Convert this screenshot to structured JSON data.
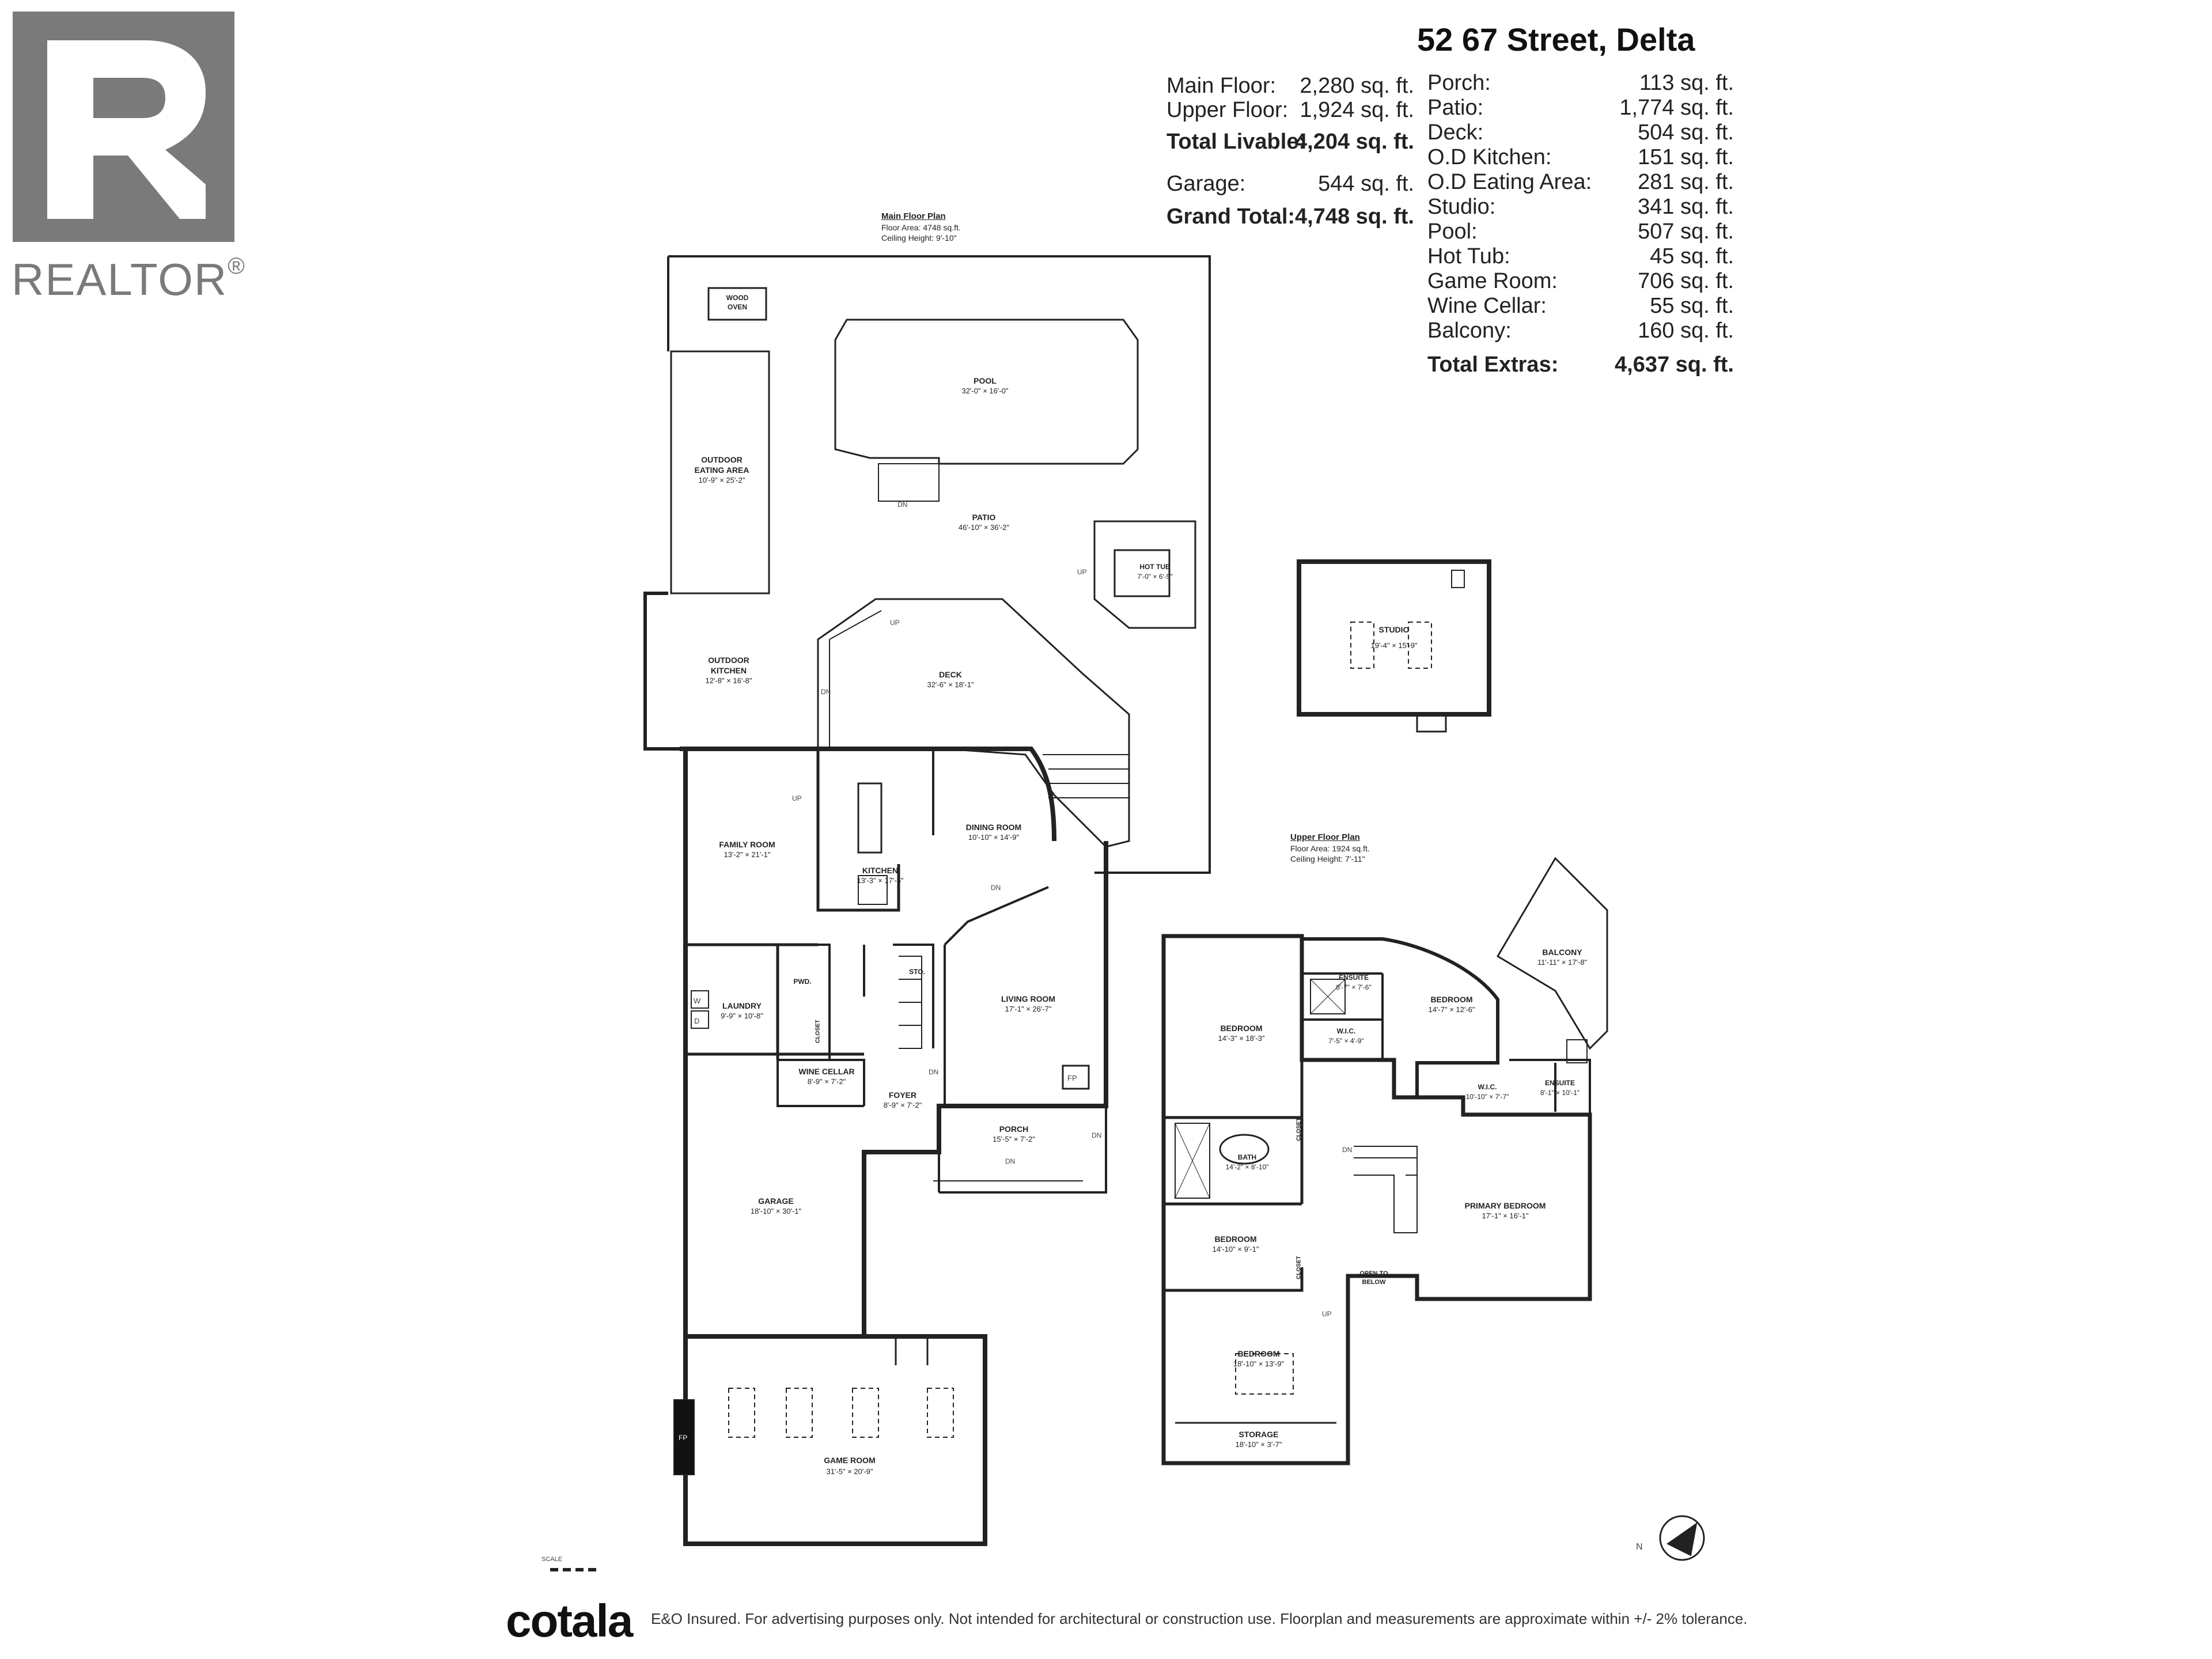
{
  "logo": {
    "word": "REALTOR",
    "mark": "®"
  },
  "header": {
    "address": "52 67 Street, Delta",
    "livable": [
      {
        "label": "Main Floor:",
        "value": "2,280 sq. ft.",
        "bold": false
      },
      {
        "label": "Upper Floor:",
        "value": "1,924 sq. ft.",
        "bold": false
      },
      {
        "label": "Total Livable:",
        "value": "4,204 sq. ft.",
        "bold": true
      },
      {
        "label": "Garage:",
        "value": "544 sq. ft.",
        "bold": false
      },
      {
        "label": "Grand Total:",
        "value": "4,748 sq. ft.",
        "bold": true
      }
    ],
    "extras": [
      {
        "label": "Porch:",
        "value": "113 sq. ft."
      },
      {
        "label": "Patio:",
        "value": "1,774 sq. ft."
      },
      {
        "label": "Deck:",
        "value": "504 sq. ft."
      },
      {
        "label": "O.D Kitchen:",
        "value": "151 sq. ft."
      },
      {
        "label": "O.D Eating Area:",
        "value": "281 sq. ft."
      },
      {
        "label": "Studio:",
        "value": "341 sq. ft."
      },
      {
        "label": "Pool:",
        "value": "507 sq. ft."
      },
      {
        "label": "Hot Tub:",
        "value": "45 sq. ft."
      },
      {
        "label": "Game Room:",
        "value": "706 sq. ft."
      },
      {
        "label": "Wine Cellar:",
        "value": "55 sq. ft."
      },
      {
        "label": "Balcony:",
        "value": "160 sq. ft."
      }
    ],
    "total_extras": {
      "label": "Total Extras:",
      "value": "4,637 sq. ft."
    }
  },
  "main_plan": {
    "title": "Main Floor Plan",
    "area": "Floor Area: 4748 sq.ft.",
    "ceiling": "Ceiling Height: 9'-10\""
  },
  "upper_plan": {
    "title": "Upper Floor Plan",
    "area": "Floor Area: 1924 sq.ft.",
    "ceiling": "Ceiling Height: 7'-11\""
  },
  "rooms": {
    "wood_oven_1": "WOOD",
    "wood_oven_2": "OVEN",
    "pool": "POOL",
    "pool_dim": "32'-0\" × 16'-0\"",
    "outdoor_eating_1": "OUTDOOR",
    "outdoor_eating_2": "EATING AREA",
    "outdoor_eating_dim": "10'-9\" × 25'-2\"",
    "patio": "PATIO",
    "patio_dim": "46'-10\" × 36'-2\"",
    "hot_tub": "HOT TUB",
    "hot_tub_dim": "7'-0\" × 6'-5\"",
    "outdoor_kitchen_1": "OUTDOOR",
    "outdoor_kitchen_2": "KITCHEN",
    "outdoor_kitchen_dim": "12'-8\" × 16'-8\"",
    "deck": "DECK",
    "deck_dim": "32'-6\" × 18'-1\"",
    "studio": "STUDIO",
    "studio_dim": "19'-4\" × 15'-9\"",
    "family_room": "FAMILY ROOM",
    "family_room_dim": "13'-2\" × 21'-1\"",
    "kitchen": "KITCHEN",
    "kitchen_dim": "13'-3\" × 17'-6\"",
    "dining_room": "DINING ROOM",
    "dining_room_dim": "10'-10\" × 14'-9\"",
    "laundry": "LAUNDRY",
    "laundry_dim": "9'-9\" × 10'-8\"",
    "pwd": "PWD.",
    "sto": "STO.",
    "living_room": "LIVING ROOM",
    "living_room_dim": "17'-1\" × 26'-7\"",
    "wine_cellar": "WINE CELLAR",
    "wine_cellar_dim": "8'-9\" × 7'-2\"",
    "foyer": "FOYER",
    "foyer_dim": "8'-9\" × 7'-2\"",
    "porch": "PORCH",
    "porch_dim": "15'-5\" × 7'-2\"",
    "garage": "GARAGE",
    "garage_dim": "18'-10\" × 30'-1\"",
    "game_room": "GAME ROOM",
    "game_room_dim": "31'-5\" × 20'-9\"",
    "bedroom_a": "BEDROOM",
    "bedroom_a_dim": "14'-3\" × 18'-3\"",
    "ensuite_a": "ENSUITE",
    "ensuite_a_dim": "8'-7\" × 7'-6\"",
    "bedroom_b": "BEDROOM",
    "bedroom_b_dim": "14'-7\" × 12'-6\"",
    "balcony": "BALCONY",
    "balcony_dim": "11'-11\" × 17'-8\"",
    "wic_a": "W.I.C.",
    "wic_a_dim": "7'-5\" × 4'-9\"",
    "wic_b": "W.I.C.",
    "wic_b_dim": "10'-10\" × 7'-7\"",
    "ensuite_b": "ENSUITE",
    "ensuite_b_dim": "8'-1\" × 10'-1\"",
    "bath": "BATH",
    "bath_dim": "14'-2\" × 8'-10\"",
    "primary_bedroom": "PRIMARY BEDROOM",
    "primary_bedroom_dim": "17'-1\" × 16'-1\"",
    "bedroom_c": "BEDROOM",
    "bedroom_c_dim": "14'-10\" × 9'-1\"",
    "open_below_1": "OPEN TO",
    "open_below_2": "BELOW",
    "bedroom_d": "BEDROOM",
    "bedroom_d_dim": "18'-10\" × 13'-9\"",
    "storage": "STORAGE",
    "storage_dim": "18'-10\" × 3'-7\"",
    "closet": "CLOSET",
    "fp": "FP",
    "dn": "DN",
    "up": "UP",
    "w": "W",
    "d": "D"
  },
  "scale_label": "SCALE",
  "north": "N",
  "footer": {
    "brand": "cotala",
    "note": "E&O Insured. For advertising purposes only. Not intended for architectural or construction use. Floorplan and measurements are approximate within +/- 2% tolerance."
  }
}
